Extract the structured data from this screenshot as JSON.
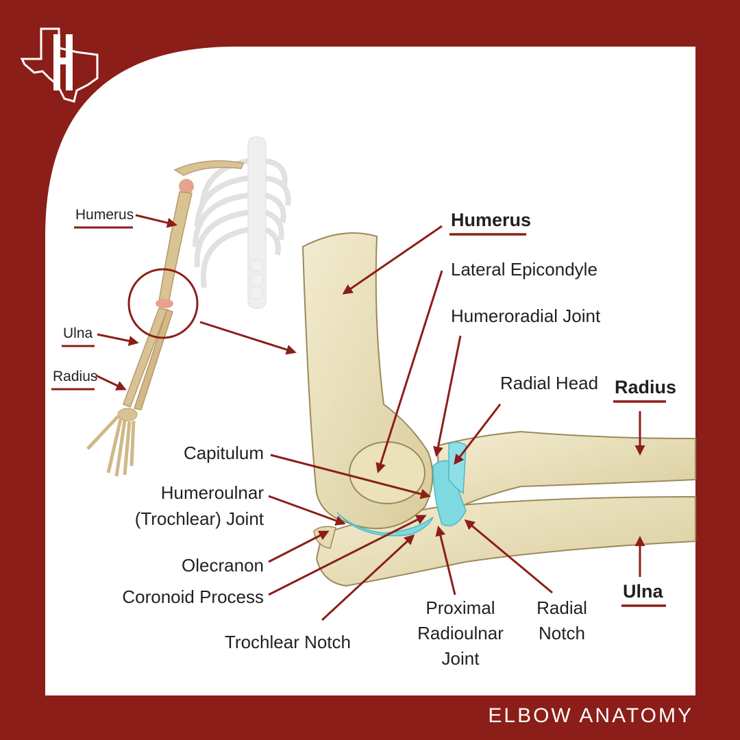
{
  "footer": {
    "title": "ELBOW ANATOMY"
  },
  "logo": {
    "icon": "texas-outline-logo-icon"
  },
  "colors": {
    "frame": "#8b1e18",
    "panel": "#ffffff",
    "bone": "#ece3bf",
    "cartilage": "#7fd9e0",
    "arrow": "#8b1e18",
    "text": "#231f20"
  },
  "overview": {
    "humerus": "Humerus",
    "ulna": "Ulna",
    "radius": "Radius"
  },
  "detail": {
    "humerus": "Humerus",
    "lateral_epicondyle": "Lateral Epicondyle",
    "humeroradial_joint": "Humeroradial Joint",
    "radial_head": "Radial Head",
    "radius": "Radius",
    "capitulum": "Capitulum",
    "humeroulnar_line1": "Humeroulnar",
    "humeroulnar_line2": "(Trochlear) Joint",
    "olecranon": "Olecranon",
    "coronoid_process": "Coronoid Process",
    "trochlear_notch": "Trochlear Notch",
    "proximal_line1": "Proximal",
    "proximal_line2": "Radioulnar",
    "proximal_line3": "Joint",
    "radial_notch_line1": "Radial",
    "radial_notch_line2": "Notch",
    "ulna": "Ulna"
  }
}
